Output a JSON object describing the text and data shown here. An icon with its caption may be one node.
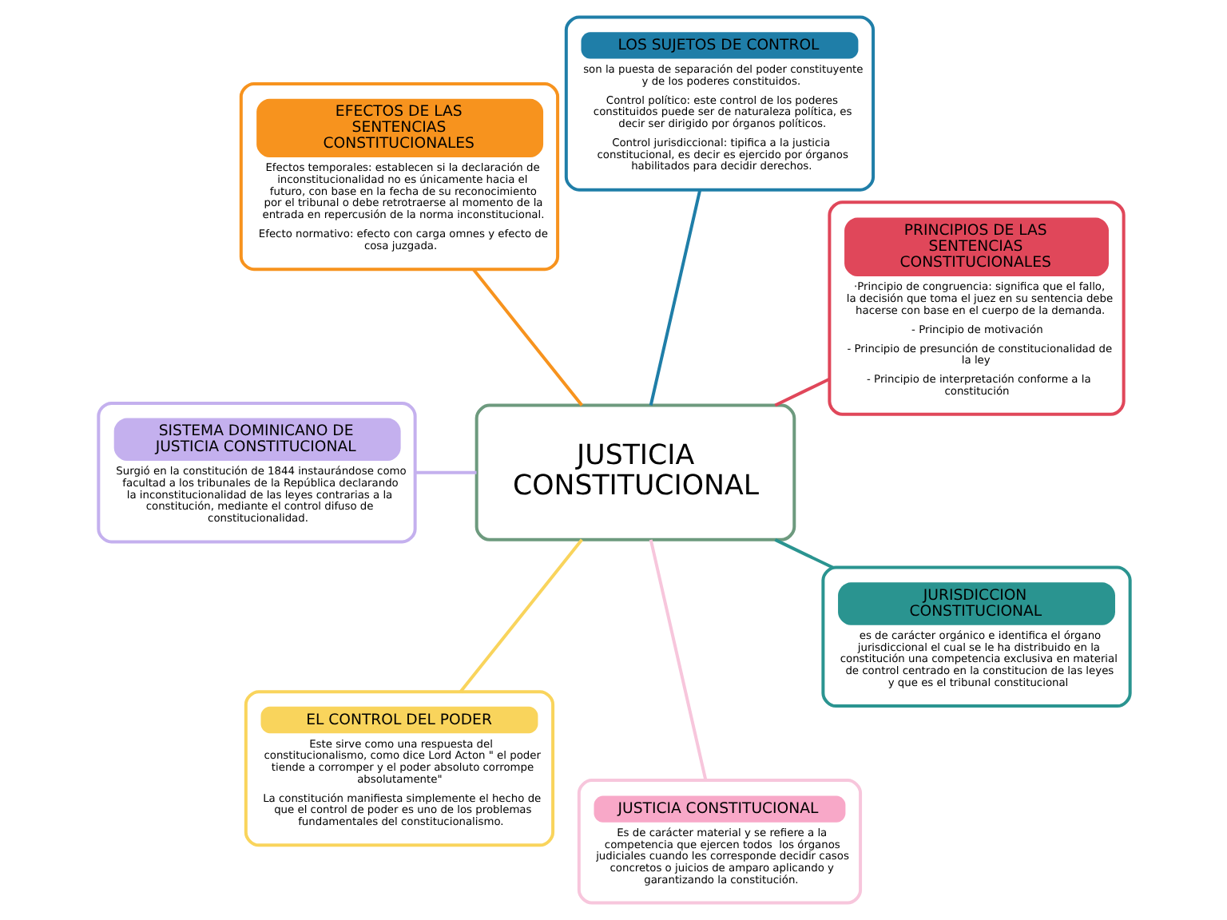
{
  "diagram": {
    "nodes": [
      {
        "text": [
          "JUSTICIA CONSTITUCIONAL"
        ]
      },
      {
        "text": [
          "PRINCIPIOS DE LAS SENTENCIAS CONSTITUCIONALES",
          "·Principio de congruencia: significa que el fallo, la decisión que toma el juez en su sentencia debe hacerse con base en el cuerpo de la demanda.",
          "- Principio de motivación",
          "- Principio de presunción de constitucionalidad de la ley",
          "- Principio de interpretación conforme a la constitución"
        ]
      },
      {
        "text": [
          "LOS SUJETOS DE CONTROL",
          "son la puesta de separación del poder constituyente y de los poderes constituidos.",
          "Control político: este control de los poderes constituidos puede ser de naturaleza política, es decir ser dirigido por órganos políticos.",
          "Control jurisdiccional: tipifica a la justicia constitucional, es decir es ejercido por órganos habilitados para decidir derechos."
        ]
      },
      {
        "text": [
          "EFECTOS DE LAS SENTENCIAS CONSTITUCIONALES",
          "Efectos temporales: establecen si la declaración de inconstitucionalidad no es únicamente hacia el futuro, con base en la fecha de su reconocimiento por el tribunal o debe retrotraerse al momento de la entrada en repercusión de la norma inconstitucional.",
          "Efecto normativo: efecto con carga omnes y efecto de cosa juzgada."
        ]
      },
      {
        "text": [
          "SISTEMA DOMINICANO DE JUSTICIA CONSTITUCIONAL",
          "Surgió en la constitución de 1844 instaurándose como facultad a los tribunales de la República declarando la inconstitucionalidad de las leyes contrarias a la constitución, mediante el control difuso de constitucionalidad."
        ]
      },
      {
        "text": [
          "EL CONTROL DEL PODER",
          "Este sirve como una respuesta del constitucionalismo, como dice Lord Acton \" el poder tiende a corromper y el poder absoluto corrompe absolutamente\"",
          "La constitución manifiesta simplemente el hecho de que el control de poder es uno de los problemas fundamentales del constitucionalismo."
        ]
      },
      {
        "text": [
          "JUSTICIA CONSTITUCIONAL",
          "Es de carácter material y se refiere a la competencia que ejercen todos  los órganos judiciales cuando les corresponde decidir casos concretos o juicios de amparo aplicando y garantizando la constitución."
        ]
      },
      {
        "text": [
          "JURISDICCION CONSTITUCIONAL",
          "es de carácter orgánico e identifica el órgano jurisdiccional el cual se le ha distribuido en la constitución una competencia exclusiva en material de control centrado en la constitucion de las leyes y que es el tribunal constitucional"
        ]
      }
    ],
    "edges": [
      {
        "from": 0,
        "to": 1,
        "arrow": "none",
        "color": "#e0475a"
      },
      {
        "from": 0,
        "to": 2,
        "arrow": "none",
        "color": "#1f7ea8"
      },
      {
        "from": 0,
        "to": 3,
        "arrow": "none",
        "color": "#f7931e"
      },
      {
        "from": 0,
        "to": 4,
        "arrow": "none",
        "color": "#c4b0ee"
      },
      {
        "from": 0,
        "to": 5,
        "arrow": "none",
        "color": "#f9d45c"
      },
      {
        "from": 0,
        "to": 6,
        "arrow": "none",
        "color": "#f7c6dc"
      },
      {
        "from": 0,
        "to": 7,
        "arrow": "none",
        "color": "#2a9490"
      }
    ]
  }
}
